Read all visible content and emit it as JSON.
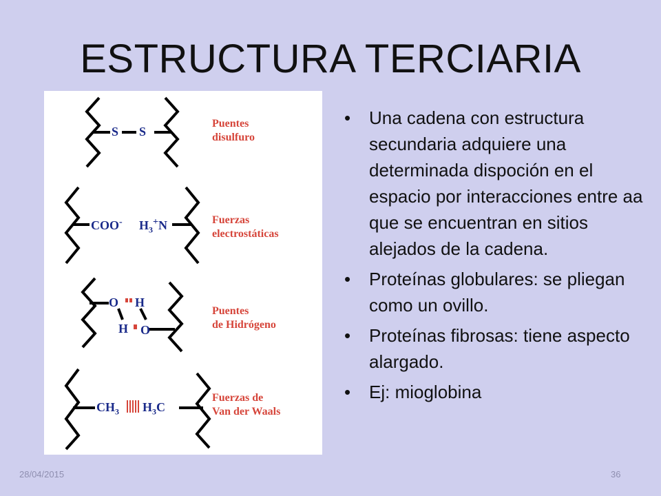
{
  "slide": {
    "title": "ESTRUCTURA TERCIARIA",
    "date": "28/04/2015",
    "page": "36"
  },
  "figure": {
    "labels": [
      "Puentes\ndisulfuro",
      "Fuerzas\nelectrostáticas",
      "Puentes\nde Hidrógeno",
      "Fuerzas de\nVan der Waals"
    ],
    "chem": {
      "s1": "S",
      "s2": "S",
      "coo": "COO",
      "coo_charge": "-",
      "h3n_h": "H",
      "h3n_sub": "3",
      "h3n_plus": "+",
      "h3n_n": "N",
      "hb_o1": "O",
      "hb_h1": "H",
      "hb_h2": "H",
      "hb_o2": "O",
      "vdw_left": "CH",
      "vdw_left_sub": "3",
      "vdw_right_h": "H",
      "vdw_right_sub": "3",
      "vdw_right_c": "C"
    },
    "label_color": "#d6453a",
    "chem_color": "#1a2a8a"
  },
  "bullets": [
    "Una cadena con estructura secundaria adquiere una determinada dispoción en el espacio por interacciones entre aa que se encuentran en sitios alejados de la cadena.",
    "Proteínas globulares: se pliegan como un ovillo.",
    "Proteínas fibrosas: tiene aspecto alargado.",
    "Ej: mioglobina"
  ],
  "bullet_symbol": "•"
}
